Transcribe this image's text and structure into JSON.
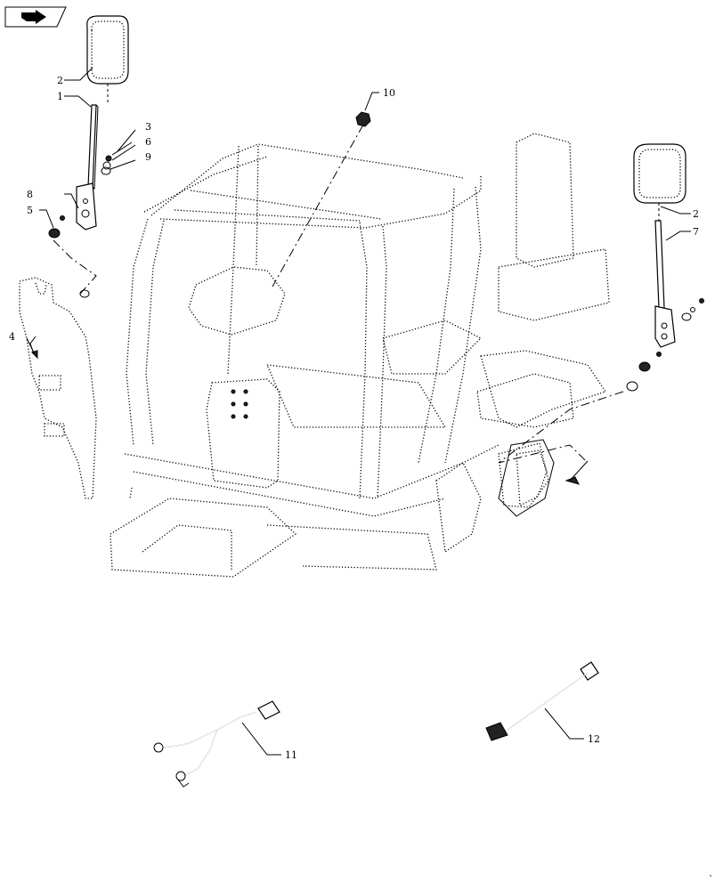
{
  "callouts": {
    "c1": "1",
    "c2_left": "2",
    "c2_right": "2",
    "c3": "3",
    "c4": "4",
    "c5": "5",
    "c6": "6",
    "c7": "7",
    "c8": "8",
    "c9": "9",
    "c10": "10",
    "c11": "11",
    "c12": "12"
  },
  "icons": {
    "nav": "next-page-arrow-icon"
  }
}
